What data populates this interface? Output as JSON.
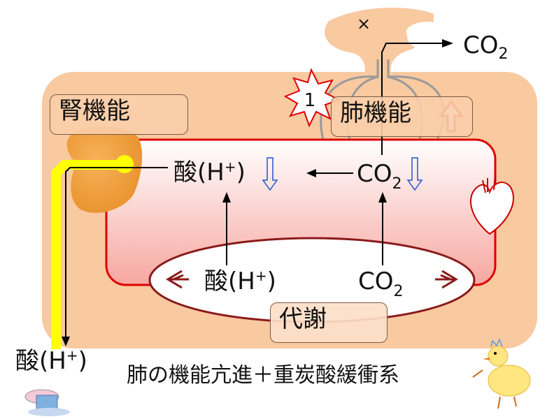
{
  "labels": {
    "kidney": "腎機能",
    "lung": "肺機能",
    "metabolism": "代謝",
    "caption": "肺の機能亢進＋重炭酸緩衝系",
    "cross": "×",
    "badge": "1"
  },
  "species": {
    "acid_prefix": "酸(H",
    "acid_suffix": ")",
    "plus": "+",
    "co2_main": "CO",
    "co2_sub": "2"
  },
  "colors": {
    "body": "#f9c9a0",
    "vessel_border": "#dd0000",
    "kidney": "#f0a040",
    "urine": "#ffff00",
    "down_arrow": "#2255cc",
    "up_arrow": "#dd1111",
    "ellipse_border": "#8b1a1a"
  }
}
